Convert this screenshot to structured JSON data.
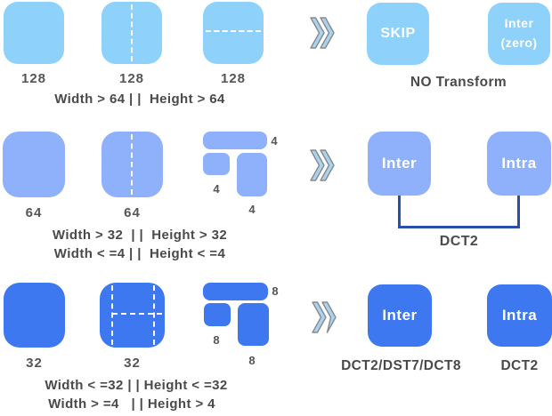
{
  "palette": {
    "row1": "#8ED1FB",
    "row2": "#8FB0FA",
    "row3": "#3D78F1",
    "chevron_fill": "#A9D3F0",
    "chevron_stroke": "#8A8A8A",
    "bracket": "#2A4FA8",
    "text_dark": "#4A4A4A",
    "label_gray": "#555555",
    "block_text": "#FFFFFF",
    "dash": "#FFFFFF"
  },
  "row1": {
    "block1_label": "128",
    "block2_label": "128",
    "block3_label": "128",
    "condition": "Width > 64 | |  Height > 64",
    "result1": "SKIP",
    "result2_line1": "Inter",
    "result2_line2": "(zero)",
    "caption": "NO Transform"
  },
  "row2": {
    "block1_label": "64",
    "block2_label": "64",
    "partition": {
      "top_label": "4",
      "left_label": "4",
      "right_label": "4"
    },
    "condition1": "Width > 32  | |  Height > 32",
    "condition2": "Width < =4 | |  Height < =4",
    "result1": "Inter",
    "result2": "Intra",
    "bracket_label": "DCT2"
  },
  "row3": {
    "block1_label": "32",
    "block2_label": "32",
    "partition": {
      "top_label": "8",
      "left_label": "8",
      "right_label": "8"
    },
    "condition1": "Width < =32 | | Height < =32",
    "condition2": "Width > =4   | | Height > 4",
    "result1": "Inter",
    "result2": "Intra",
    "caption1": "DCT2/DST7/DCT8",
    "caption2": "DCT2"
  }
}
